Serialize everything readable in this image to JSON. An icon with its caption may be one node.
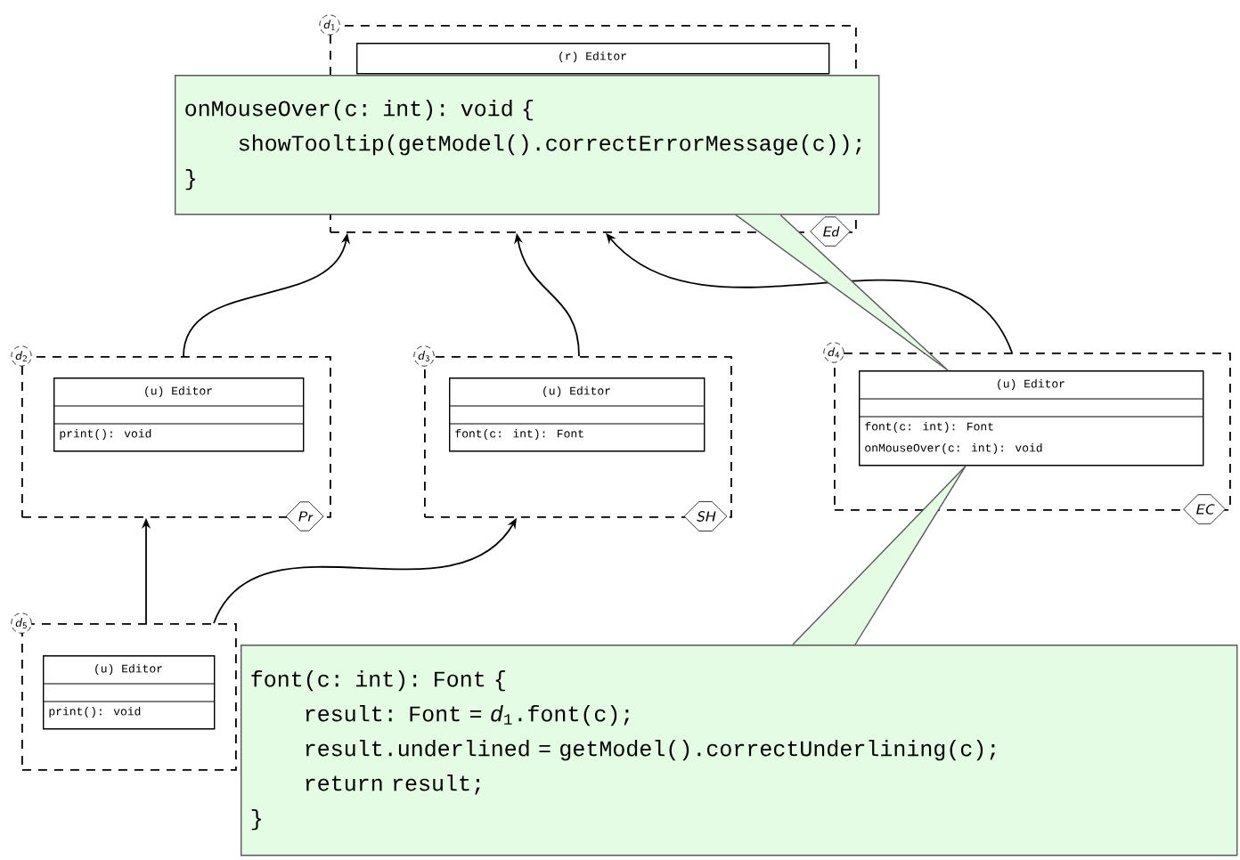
{
  "diagram": {
    "nodes": [
      {
        "text": [
          "*d*$_{1}$",
          "Ed"
        ]
      },
      {
        "text": [
          "(r) Editor"
        ],
        "in": 0
      },
      {
        "text": [
          "*d*$_{2}$",
          "Pr"
        ]
      },
      {
        "text": [
          "(u) Editor",
          "print(): void"
        ],
        "in": 2
      },
      {
        "text": [
          "*d*$_{3}$",
          "SH"
        ]
      },
      {
        "text": [
          "(u) Editor",
          "font(c: int): Font"
        ],
        "in": 4
      },
      {
        "text": [
          "*d*$_{4}$",
          "EC"
        ]
      },
      {
        "text": [
          "(u) Editor",
          "font(c: int): Font",
          "onMouseOver(c: int): void"
        ],
        "in": 6
      },
      {
        "text": [
          "*d*$_{5}$"
        ]
      },
      {
        "text": [
          "(u) Editor",
          "print(): void"
        ],
        "in": 8
      },
      {
        "text": [
          "onMouseOver(c: int): void {",
          "showTooltip(getModel().correctErrorMessage(c));",
          "}"
        ]
      },
      {
        "text": [
          "font(c: int): Font {",
          "result: Font = *d*$_{1}$.font(c);",
          "result.underlined = getModel().correctUnderlining(c);",
          "return result;",
          "}"
        ]
      }
    ],
    "edges": [
      {
        "from": 2,
        "to": 0,
        "arrow": "to"
      },
      {
        "from": 4,
        "to": 0,
        "arrow": "to"
      },
      {
        "from": 6,
        "to": 0,
        "arrow": "to"
      },
      {
        "from": 8,
        "to": 2,
        "arrow": "to"
      },
      {
        "from": 8,
        "to": 4,
        "arrow": "to"
      },
      {
        "from": 10,
        "to": 7,
        "arrow": "none"
      },
      {
        "from": 11,
        "to": 7,
        "arrow": "none"
      }
    ]
  }
}
